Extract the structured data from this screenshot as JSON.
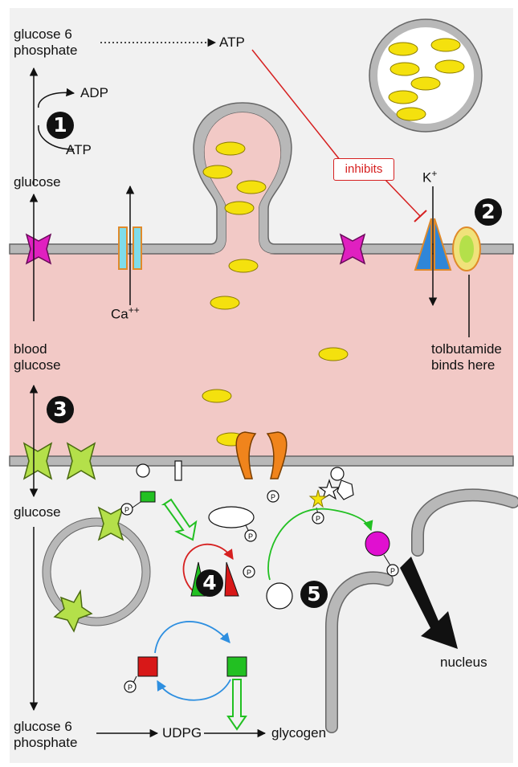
{
  "labels": {
    "g6p_top_line1": "glucose 6",
    "g6p_top_line2": "phosphate",
    "atp_top": "ATP",
    "adp": "ADP",
    "atp_cycle": "ATP",
    "glucose_top": "glucose",
    "inhibits": "inhibits",
    "k_ion": "K",
    "k_charge": "+",
    "ca_ion": "Ca",
    "ca_charge": "++",
    "blood_line1": "blood",
    "blood_line2": "glucose",
    "tolb_line1": "tolbutamide",
    "tolb_line2": "binds here",
    "glucose_mid": "glucose",
    "nucleus": "nucleus",
    "g6p_bottom_line1": "glucose 6",
    "g6p_bottom_line2": "phosphate",
    "udpg": "UDPG",
    "glycogen": "glycogen",
    "phospho_symbol": "P"
  },
  "steps": [
    "1",
    "2",
    "3",
    "4",
    "5"
  ],
  "colors": {
    "membrane": "#b8b8b8",
    "cytoplasm_pink": "#f2c9c6",
    "granule_yellow": "#f4e10e",
    "glut_magenta": "#e020c0",
    "glut_green": "#b4e04a",
    "ca_channel_cyan": "#7fdcea",
    "k_channel_blue": "#2f86d8",
    "receptor_orange": "#f0841c",
    "inhibit_red": "#d62020",
    "enzyme_green": "#22c022",
    "enzyme_red": "#d81818",
    "cycle_blue": "#2e8fe0",
    "star_yellow": "#f4e40e",
    "kinase_magenta": "#e010d0"
  }
}
